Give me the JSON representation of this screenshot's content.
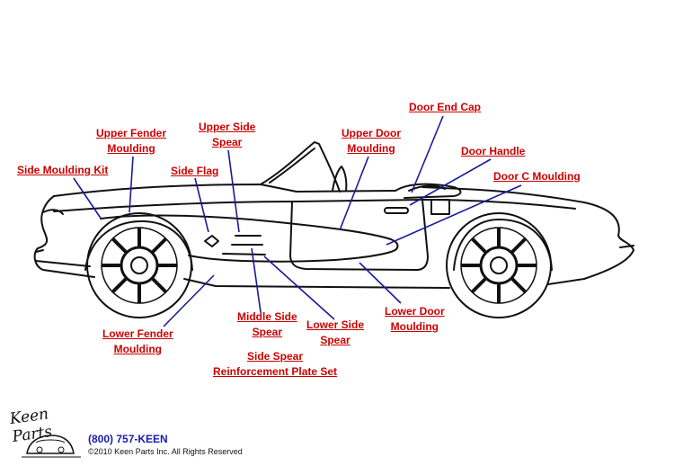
{
  "callouts": {
    "door_end_cap": "Door End Cap",
    "upper_fender_moulding": [
      "Upper Fender",
      "Moulding"
    ],
    "upper_side_spear": [
      "Upper Side",
      "Spear"
    ],
    "upper_door_moulding": [
      "Upper Door",
      "Moulding"
    ],
    "door_handle": "Door Handle",
    "side_moulding_kit": "Side Moulding Kit",
    "side_flag": "Side Flag",
    "door_c_moulding": "Door C Moulding",
    "middle_side_spear": [
      "Middle Side",
      "Spear"
    ],
    "lower_side_spear": [
      "Lower Side",
      "Spear"
    ],
    "lower_door_moulding": [
      "Lower Door",
      "Moulding"
    ],
    "lower_fender_moulding": [
      "Lower Fender",
      "Moulding"
    ],
    "side_spear_reinforcement": [
      "Side Spear",
      "Reinforcement Plate Set"
    ]
  },
  "footer": {
    "logo_text": "Keen Parts",
    "phone": "(800) 757-KEEN",
    "copyright": "©2010 Keen Parts Inc. All Rights Reserved"
  },
  "colors": {
    "label": "#cc0000",
    "leader": "#1a1a9c",
    "outline": "#111111"
  }
}
